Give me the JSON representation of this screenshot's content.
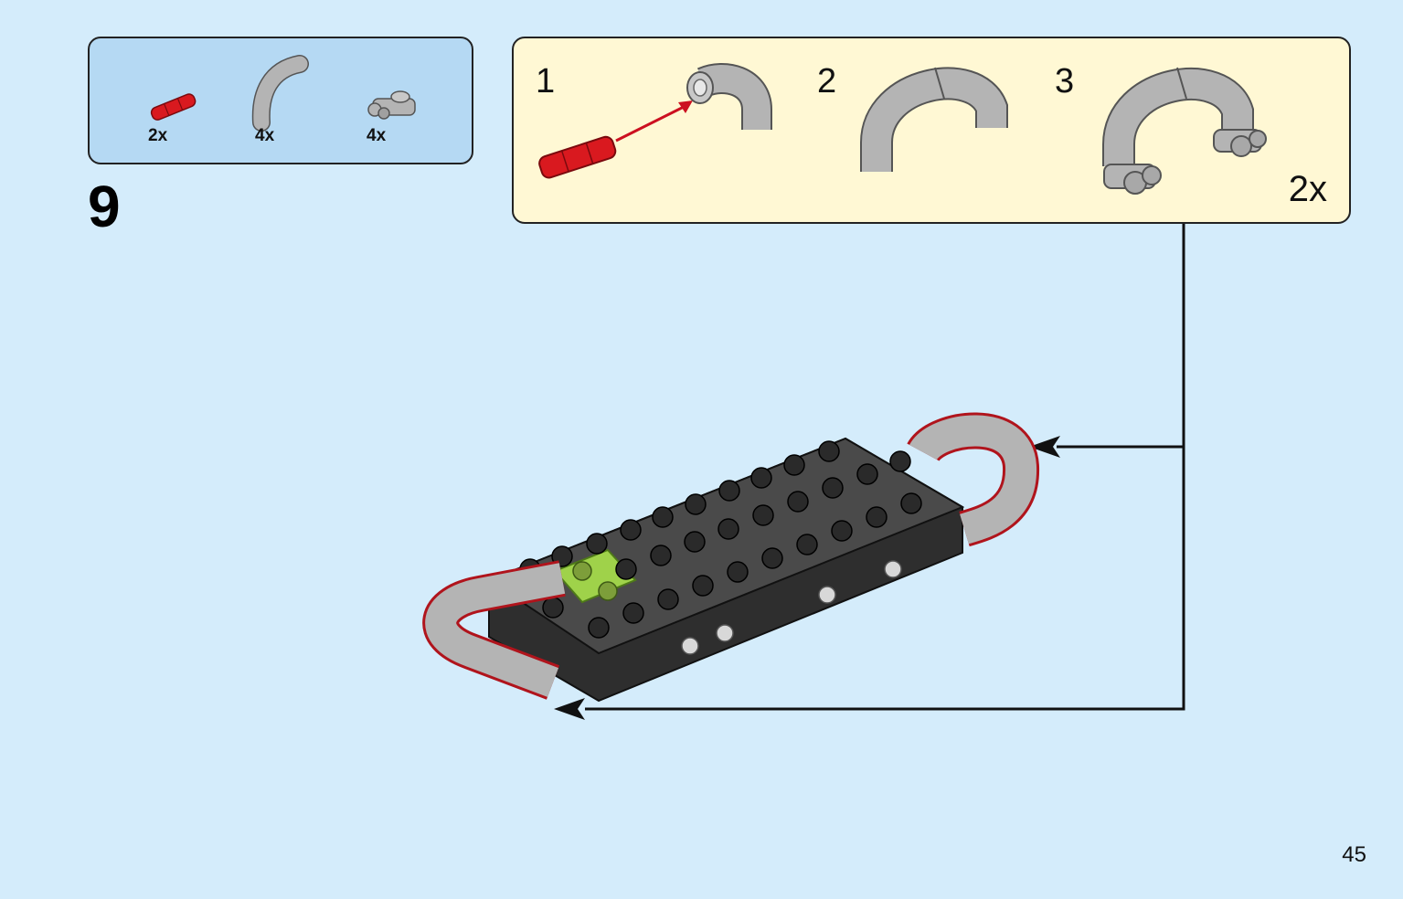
{
  "step": {
    "number": "9"
  },
  "parts_list": [
    {
      "icon": "red-axle-pin-icon",
      "qty": "2x",
      "color": "#d9191f"
    },
    {
      "icon": "gray-curved-tube-icon",
      "qty": "4x",
      "color": "#a9a9a9"
    },
    {
      "icon": "gray-clip-plate-icon",
      "qty": "4x",
      "color": "#a9a9a9"
    }
  ],
  "sub_assembly": {
    "steps": [
      "1",
      "2",
      "3"
    ],
    "multiplier": "2x"
  },
  "colors": {
    "background": "#d4ecfb",
    "parts_box": "#b5d9f3",
    "sub_box": "#fff8d4",
    "highlight": "#b0141c",
    "brick_dark": "#3a3a3a",
    "brick_green": "#9fd24a"
  },
  "page": {
    "number": "45"
  }
}
